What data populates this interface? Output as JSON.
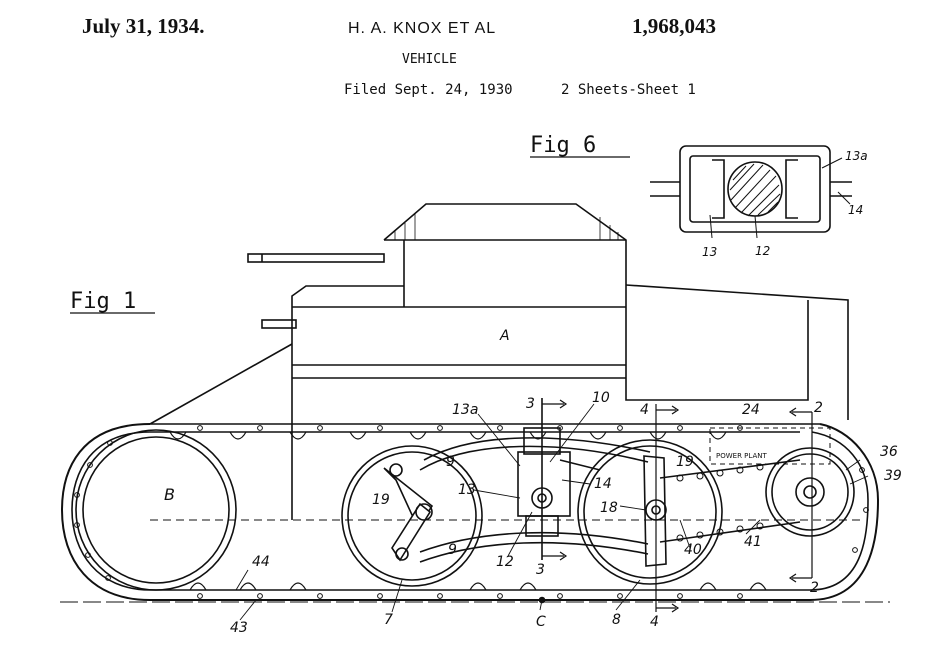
{
  "header": {
    "date": "July 31, 1934.",
    "inventor": "H. A. KNOX ET AL",
    "patent_number": "1,968,043",
    "title": "VEHICLE",
    "filed": "Filed Sept. 24, 1930",
    "sheets": "2 Sheets-Sheet 1"
  },
  "figures": {
    "fig6_label": "Fig_6_",
    "fig1_label": "Fig_1_"
  },
  "fig6_labels": {
    "l13a": "13a",
    "l14": "14",
    "l13": "13",
    "l12": "12"
  },
  "fig1_labels": {
    "A": "A",
    "B": "B",
    "C": "C",
    "l2_top": "2",
    "l2_bottom": "2",
    "l3_top": "3",
    "l3_bottom": "3",
    "l4_top": "4",
    "l4_bottom": "4",
    "l7": "7",
    "l8": "8",
    "l9_upper": "9",
    "l9_lower": "9",
    "l10": "10",
    "l12": "12",
    "l13": "13",
    "l13a": "13a",
    "l14": "14",
    "l18": "18",
    "l19_left": "19",
    "l19_right": "19",
    "l24": "24",
    "l36": "36",
    "l39": "39",
    "l40": "40",
    "l41": "41",
    "l43": "43",
    "l44": "44",
    "power_plant": "POWER PLANT"
  }
}
